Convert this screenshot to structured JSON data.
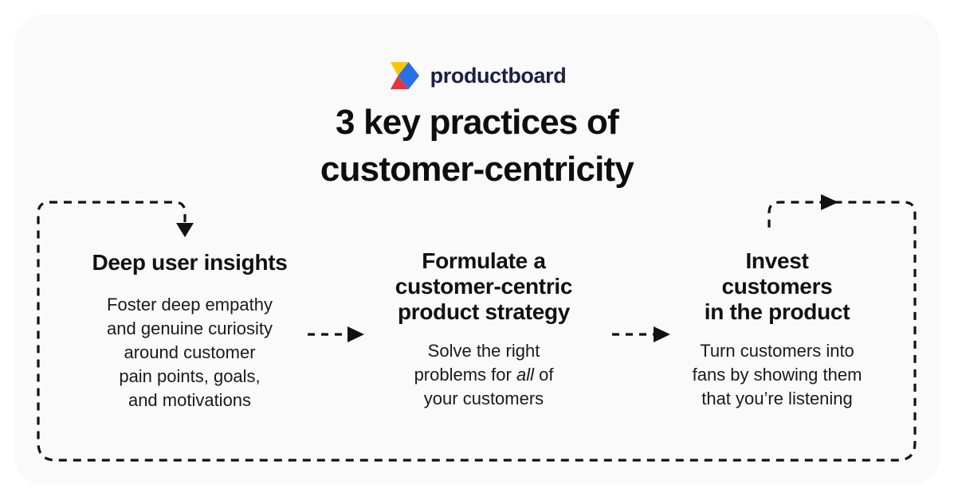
{
  "page": {
    "background_color": "#ffffff",
    "card_background_color": "#fafafa"
  },
  "logo": {
    "brand": "productboard",
    "wordmark_color": "#1b2142",
    "icon_colors": {
      "yellow": "#ffc600",
      "red": "#e2353f",
      "blue": "#2a6fe4"
    }
  },
  "title": {
    "line1": "3 key practices of",
    "line2": "customer-centricity"
  },
  "columns": [
    {
      "heading_lines": [
        "Deep user insights"
      ],
      "body_lines": [
        "Foster deep empathy",
        "and genuine curiosity",
        "around customer",
        "pain points, goals,",
        "and motivations"
      ]
    },
    {
      "heading_lines": [
        "Formulate a",
        "customer-centric",
        "product strategy"
      ],
      "body_line1": "Solve the right",
      "body_line2": {
        "pre": "problems for ",
        "italic": "all",
        "post": " of"
      },
      "body_line3": "your customers"
    },
    {
      "heading_lines": [
        "Invest",
        "customers",
        "in the product"
      ],
      "body_lines": [
        "Turn customers into",
        "fans by showing them",
        "that you’re listening"
      ]
    }
  ],
  "diagram": {
    "stroke_color": "#111111"
  }
}
